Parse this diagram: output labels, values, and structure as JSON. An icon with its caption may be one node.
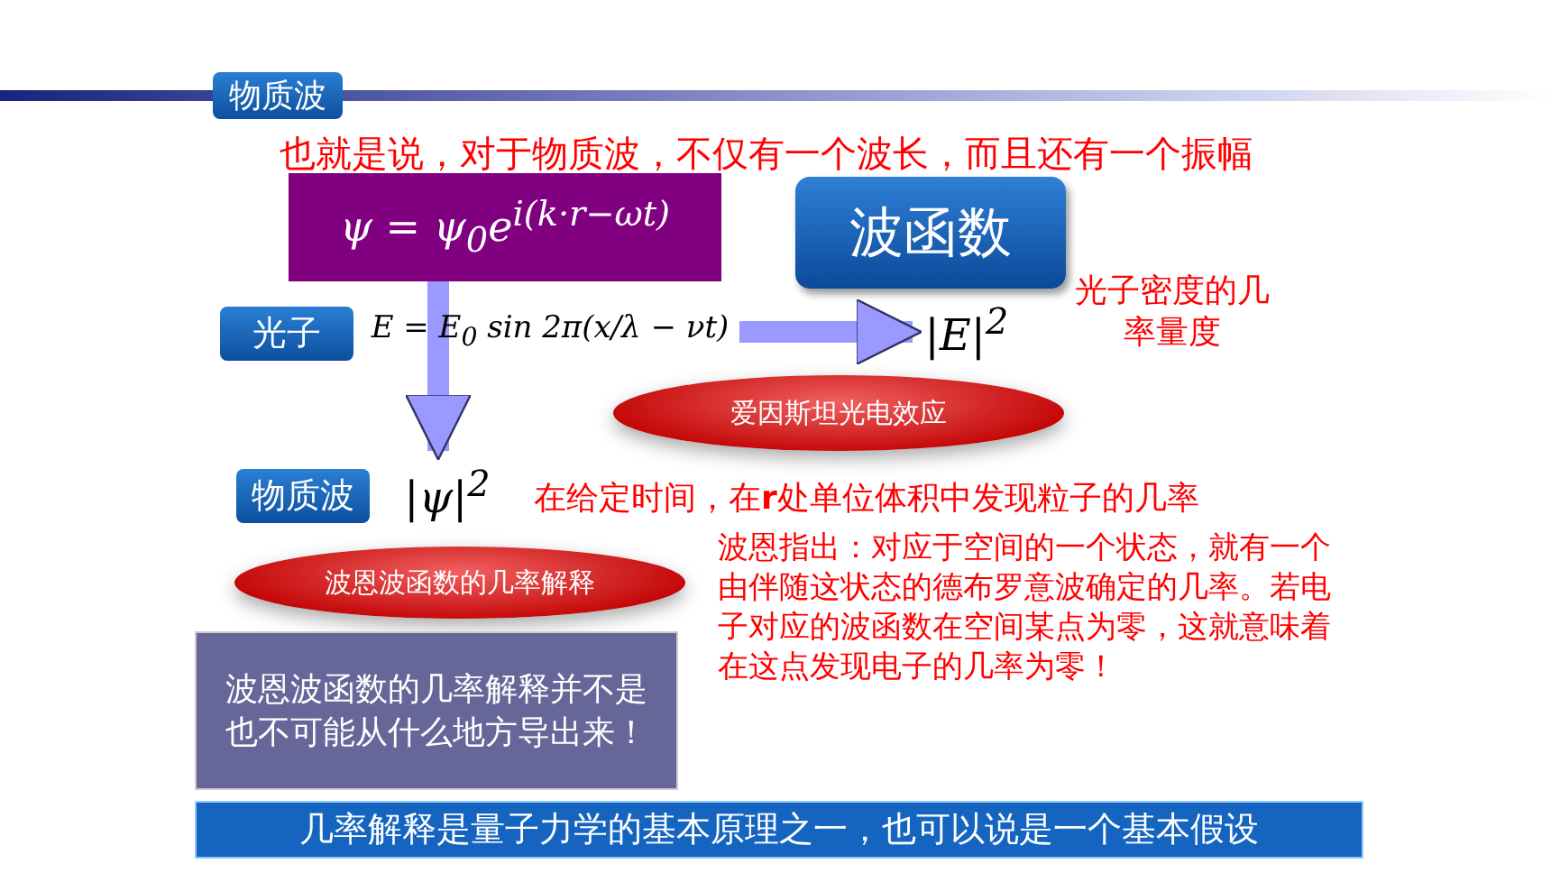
{
  "diagram": {
    "nodes": [
      {
        "text": [
          "物质波"
        ]
      },
      {
        "text": [
          "ψ = ψ$_{0}$e$^{i(k·r−ωt)}$"
        ]
      },
      {
        "text": [
          "波函数"
        ]
      },
      {
        "text": [
          "光子"
        ]
      },
      {
        "text": [
          "E = E$_{0}$ sin 2π(x/λ − νt)"
        ]
      },
      {
        "text": [
          "|E|$^{2}$"
        ]
      },
      {
        "text": [
          "爱因斯坦光电效应"
        ]
      },
      {
        "text": [
          "物质波"
        ]
      },
      {
        "text": [
          "|ψ|$^{2}$"
        ]
      },
      {
        "text": [
          "波恩波函数的几率解释"
        ]
      },
      {
        "text": [
          "波恩波函数的几率解释并不是也不可能从什么地方导出来！"
        ]
      },
      {
        "text": [
          "几率解释是量子力学的基本原理之一，也可以说是一个基本假设"
        ]
      }
    ],
    "edges": [
      {
        "from": 1,
        "to": 8,
        "arrow": "to"
      },
      {
        "from": 4,
        "to": 5,
        "arrow": "to"
      }
    ],
    "labels": [
      "也就是说，对于物质波，不仅有一个波长，而且还有一个振幅",
      "光子密度的几率量度",
      "在给定时间，在**r**处单位体积中发现粒子的几率",
      "波恩指出：对应于空间的一个状态，就有一个由伴随这状态的德布罗意波确定的几率。若电子对应的波函数在空间某点为零，这就意味着在这点发现电子的几率为零！"
    ]
  }
}
